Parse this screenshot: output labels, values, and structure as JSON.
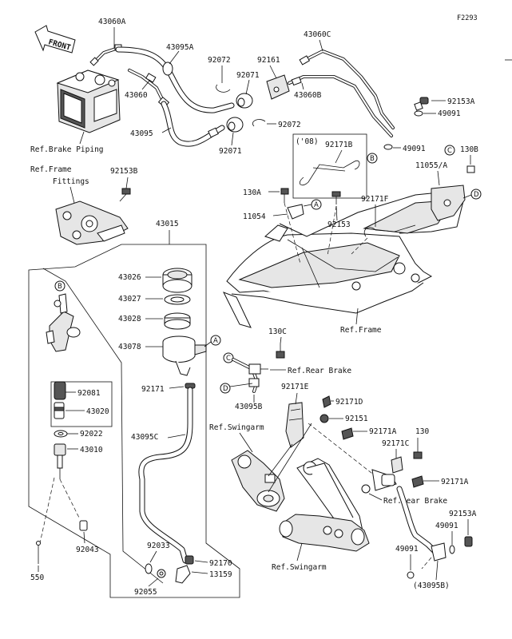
{
  "figure_code": "F2293",
  "front_label": "FRONT",
  "part_numbers": {
    "p43060A": "43060A",
    "p43095A": "43095A",
    "p43060C": "43060C",
    "p92072_top": "92072",
    "p92161": "92161",
    "p92071_top": "92071",
    "p43060": "43060",
    "p43060B": "43060B",
    "p92153A": "92153A",
    "p49091_top": "49091",
    "p43095": "43095",
    "p92072_mid": "92072",
    "p92071_mid": "92071",
    "p49091_mid": "49091",
    "p130B": "130B",
    "p11055A": "11055/A",
    "p92171B": "92171B",
    "year_08": "('08)",
    "p92153B": "92153B",
    "p130A": "130A",
    "p92171F": "92171F",
    "p11054": "11054",
    "p92153": "92153",
    "p43015": "43015",
    "p43026": "43026",
    "p43027": "43027",
    "p43028": "43028",
    "p43078": "43078",
    "p92171": "92171",
    "p43095C": "43095C",
    "p92081": "92081",
    "p43020": "43020",
    "p92022": "92022",
    "p43010": "43010",
    "p92043": "92043",
    "p550": "550",
    "p130C": "130C",
    "p43095B": "43095B",
    "p92171E": "92171E",
    "p92171D": "92171D",
    "p92151": "92151",
    "p92171A_a": "92171A",
    "p130": "130",
    "p92171C": "92171C",
    "p92171A_b": "92171A",
    "p92153A_b": "92153A",
    "p49091_b1": "49091",
    "p49091_b2": "49091",
    "p43095B_paren": "(43095B)",
    "p92033": "92033",
    "p92170": "92170",
    "p13159": "13159",
    "p92055": "92055"
  },
  "references": {
    "brake_piping": "Ref.Brake Piping",
    "frame_fittings_1": "Ref.Frame",
    "frame_fittings_2": "Fittings",
    "frame": "Ref.Frame",
    "rear_brake_1": "Ref.Rear Brake",
    "swingarm_1": "Ref.Swingarm",
    "rear_brake_2": "Ref.Rear Brake",
    "swingarm_2": "Ref.Swingarm"
  },
  "callouts": {
    "A1": "A",
    "A2": "A",
    "B1": "B",
    "B2": "B",
    "C1": "C",
    "C2": "C",
    "D1": "D",
    "D2": "D"
  }
}
